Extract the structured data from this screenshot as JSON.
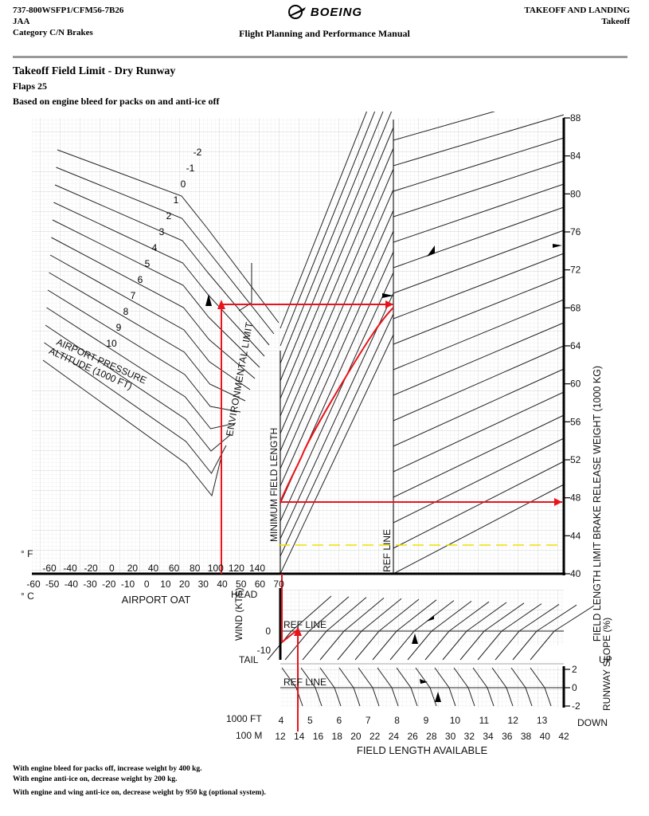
{
  "header": {
    "model": "737-800WSFP1/CFM56-7B26",
    "authority": "JAA",
    "category": "Category C/N Brakes",
    "brand": "BOEING",
    "manual": "Flight Planning and Performance Manual",
    "section": "TAKEOFF AND LANDING",
    "subsection": "Takeoff"
  },
  "page": {
    "title": "Takeoff Field Limit - Dry Runway",
    "subtitle": "Flaps 25",
    "basis": "Based on engine bleed for packs on and anti-ice off"
  },
  "notes": [
    "With engine bleed for packs off, increase weight by 400 kg.",
    "With engine anti-ice on, decrease weight by 200 kg.",
    "With engine and wing anti-ice on, decrease weight by 950 kg (optional system)."
  ],
  "colors": {
    "example_path": "#e8141b",
    "reference_dash": "#f0e000",
    "grid": "#cfcfcf",
    "ink": "#222222"
  },
  "chart_data": {
    "type": "line",
    "title": "",
    "panels": {
      "altitude_temperature": {
        "xlabel": "AIRPORT OAT",
        "unit_f": "° F",
        "unit_c": "° C",
        "oat_f_ticks": [
          -60,
          -40,
          -20,
          0,
          20,
          40,
          60,
          80,
          100,
          120,
          140
        ],
        "oat_c_ticks": [
          -60,
          -50,
          -40,
          -30,
          -20,
          -10,
          0,
          10,
          20,
          30,
          40,
          50,
          60,
          70
        ],
        "altitude_label": [
          "AIRPORT PRESSURE",
          "ALTITUDE",
          "(1000 FT)"
        ],
        "altitude_curves": [
          "-2",
          "-1",
          "0",
          "1",
          "2",
          "3",
          "4",
          "5",
          "6",
          "7",
          "8",
          "9",
          "10"
        ],
        "environmental_limit_label": "ENVIRONMENTAL LIMIT"
      },
      "weight": {
        "ylabel": "FIELD LENGTH LIMIT BRAKE RELEASE WEIGHT (1000 KG)",
        "y_ticks": [
          40,
          44,
          48,
          52,
          56,
          60,
          64,
          68,
          72,
          76,
          80,
          84,
          88
        ],
        "ylim": [
          40,
          88
        ],
        "minimum_field_length_label": "MINIMUM FIELD LENGTH",
        "ref_line_label": "REF LINE"
      },
      "wind": {
        "ylabel": "WIND (KTS)",
        "head_label": "HEAD",
        "tail_label": "TAIL",
        "ticks": [
          "0",
          "-10"
        ],
        "ref_line_label": "REF LINE"
      },
      "slope": {
        "ylabel": "RUNWAY SLOPE (%)",
        "up_label": "UP",
        "down_label": "DOWN",
        "ticks": [
          "2",
          "0",
          "-2"
        ],
        "ref_line_label": "REF LINE"
      },
      "field_length": {
        "xlabel": "FIELD LENGTH AVAILABLE",
        "ft_unit": "1000 FT",
        "m_unit": "100 M",
        "ft_ticks": [
          "4",
          "5",
          "6",
          "7",
          "8",
          "9",
          "10",
          "11",
          "12",
          "13"
        ],
        "m_ticks": [
          "12",
          "14",
          "16",
          "18",
          "20",
          "22",
          "24",
          "26",
          "28",
          "30",
          "32",
          "34",
          "36",
          "38",
          "40",
          "42"
        ]
      }
    },
    "example": {
      "field_length_available_100m": 14,
      "airport_oat_c": 40,
      "result_weight_1000kg": 47.5
    }
  }
}
